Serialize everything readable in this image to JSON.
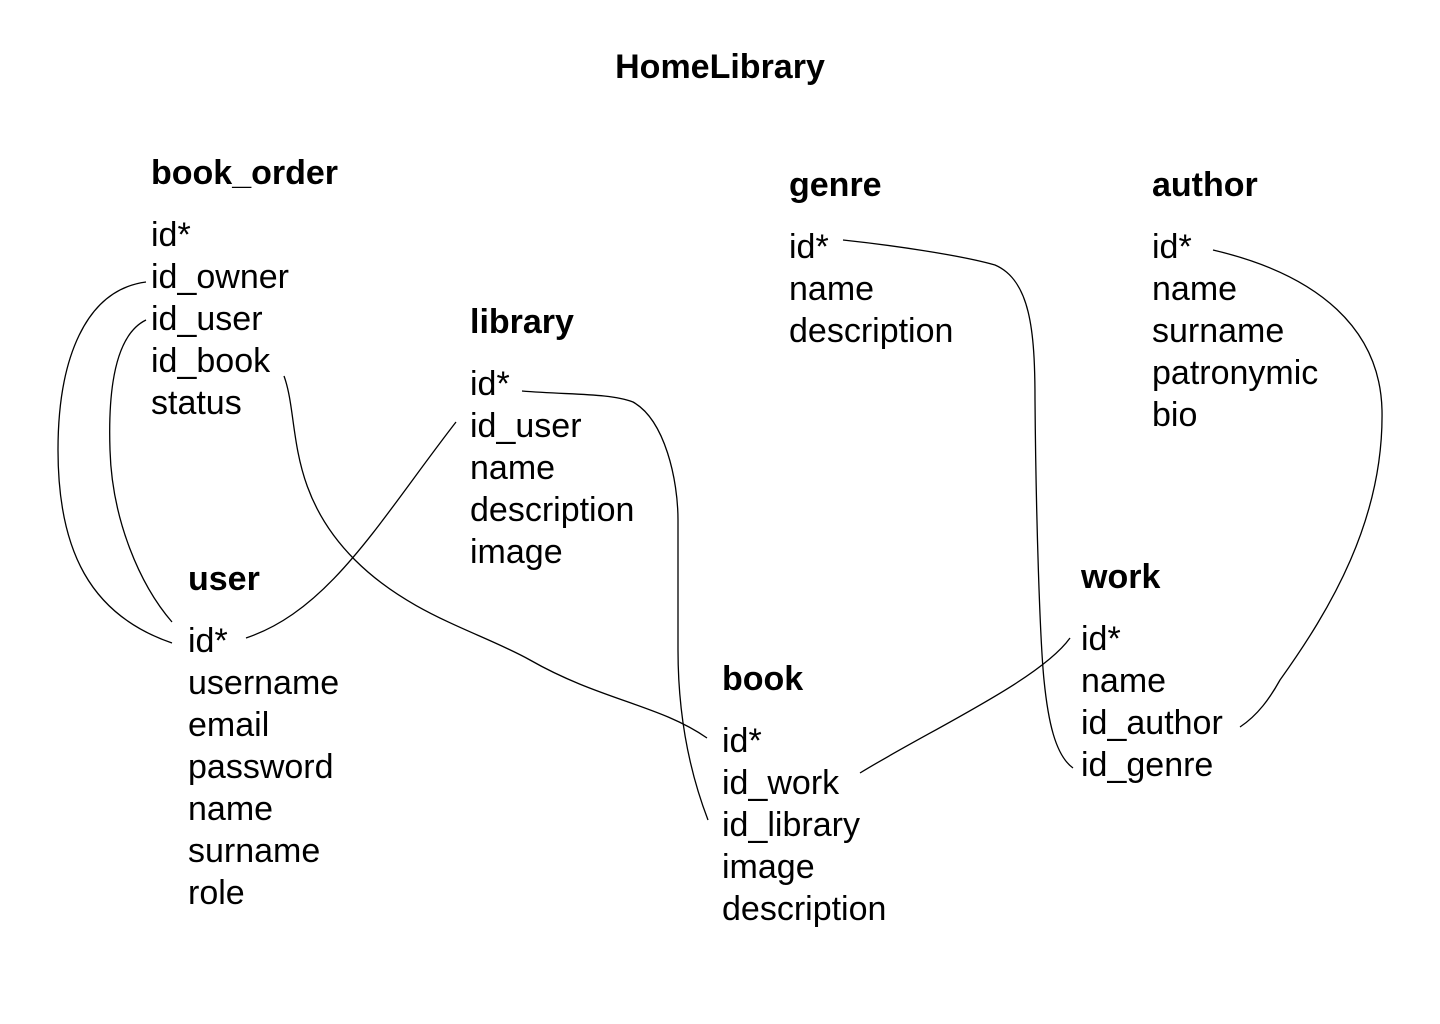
{
  "title": "HomeLibrary",
  "entities": {
    "book_order": {
      "name": "book_order",
      "fields": [
        "id*",
        "id_owner",
        "id_user",
        "id_book",
        "status"
      ]
    },
    "genre": {
      "name": "genre",
      "fields": [
        "id*",
        "name",
        "description"
      ]
    },
    "author": {
      "name": "author",
      "fields": [
        "id*",
        "name",
        "surname",
        "patronymic",
        "bio"
      ]
    },
    "library": {
      "name": "library",
      "fields": [
        "id*",
        "id_user",
        "name",
        "description",
        "image"
      ]
    },
    "user": {
      "name": "user",
      "fields": [
        "id*",
        "username",
        "email",
        "password",
        "name",
        "surname",
        "role"
      ]
    },
    "work": {
      "name": "work",
      "fields": [
        "id*",
        "name",
        "id_author",
        "id_genre"
      ]
    },
    "book": {
      "name": "book",
      "fields": [
        "id*",
        "id_work",
        "id_library",
        "image",
        "description"
      ]
    }
  },
  "relations": [
    {
      "from": "book_order.id_owner",
      "to": "user.id*"
    },
    {
      "from": "book_order.id_user",
      "to": "user.id*"
    },
    {
      "from": "book_order.id_book",
      "to": "book.id*"
    },
    {
      "from": "library.id_user",
      "to": "user.id*"
    },
    {
      "from": "book.id_library",
      "to": "library.id*"
    },
    {
      "from": "book.id_work",
      "to": "work.id*"
    },
    {
      "from": "work.id_genre",
      "to": "genre.id*"
    },
    {
      "from": "work.id_author",
      "to": "author.id*"
    }
  ]
}
